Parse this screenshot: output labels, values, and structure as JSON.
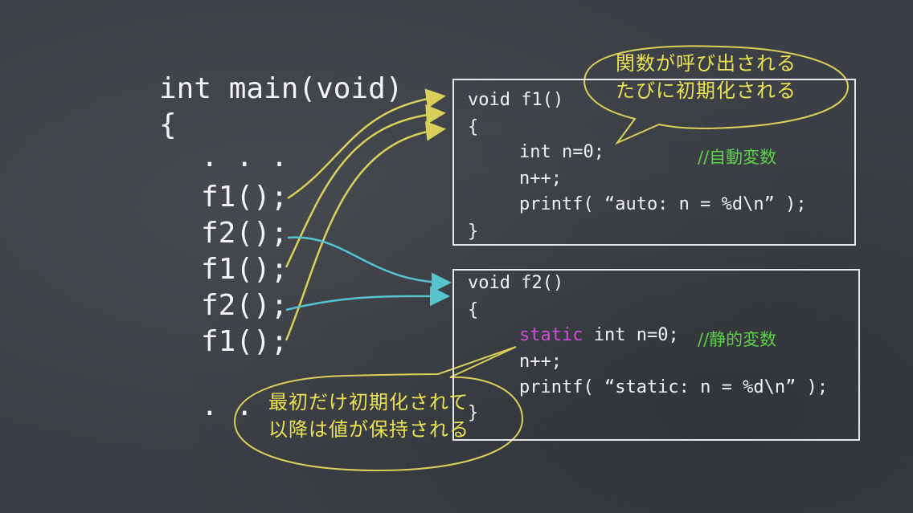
{
  "main": {
    "lines": [
      "int main(void)",
      "{",
      ". . .",
      "f1();",
      "f2();",
      "f1();",
      "f2();",
      "f1();",
      ". ."
    ]
  },
  "f1": {
    "header": "void f1()",
    "open": "{",
    "line1": "int n=0;",
    "comment": "//自動変数",
    "line2": "n++;",
    "line3": "printf( “auto: n = %d\\n” );",
    "close": "}"
  },
  "f2": {
    "header": "void f2()",
    "open": "{",
    "keyword": "static",
    "line1_rest": " int n=0;",
    "comment": "//静的変数",
    "line2": "n++;",
    "line3": "printf( “static: n = %d\\n” );",
    "close": "}"
  },
  "callouts": {
    "top_line1": "関数が呼び出される",
    "top_line2": "たびに初期化される",
    "bottom_line1": "最初だけ初期化されて",
    "bottom_line2": "以降は値が保持される"
  },
  "colors": {
    "yellow": "#d8d05a",
    "cyan": "#56c3cf",
    "callout": "#e9e253",
    "static_keyword": "#d24bd8",
    "comment": "#5ecf4a"
  }
}
